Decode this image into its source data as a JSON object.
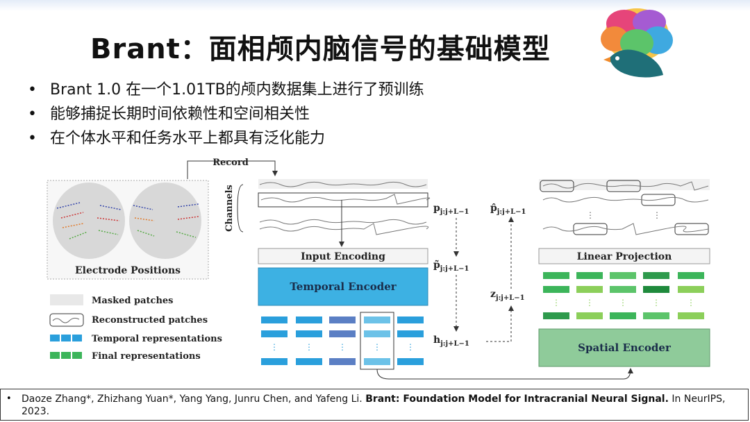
{
  "title": "Brant：面相颅内脑信号的基础模型",
  "bullets": [
    "Brant 1.0 在一个1.01TB的颅内数据集上进行了预训练",
    "能够捕捉长期时间依赖性和空间相关性",
    "在个体水平和任务水平上都具有泛化能力"
  ],
  "figure": {
    "record_label": "Record",
    "channels_label": "Channels",
    "electrode_label": "Electrode Positions",
    "legend": [
      "Masked patches",
      "Reconstructed patches",
      "Temporal representations",
      "Final representations"
    ],
    "input_encoding": "Input Encoding",
    "temporal_encoder": "Temporal Encoder",
    "linear_projection": "Linear Projection",
    "spatial_encoder": "Spatial Encoder",
    "p_label": "p",
    "p_hat_label": "p̂",
    "p_tilde_label": "p̃",
    "z_label": "z",
    "h_label": "h",
    "subscript": "j:j+L−1",
    "colors": {
      "temporal_encoder": "#3db1e3",
      "spatial_encoder": "#8fcb9a",
      "temporal_rep": "#2a9fdc",
      "final_rep": "#3cb55a"
    }
  },
  "reference": {
    "bullet": "•",
    "authors": "Daoze Zhang*, Zhizhang Yuan*, Yang Yang, Junru Chen, and Yafeng Li. ",
    "paper_title": "Brant: Foundation Model for Intracranial Neural Signal.",
    "venue": " In NeurIPS, 2023."
  }
}
